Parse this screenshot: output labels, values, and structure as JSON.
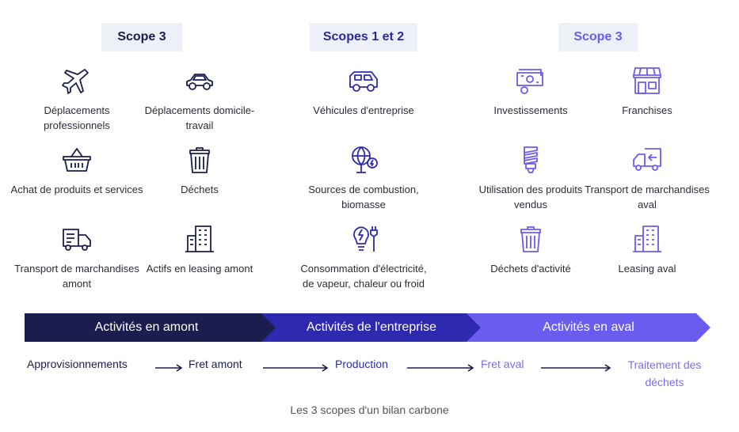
{
  "scopes": [
    {
      "label": "Scope 3",
      "color": "#1b1d4f"
    },
    {
      "label": "Scopes 1 et 2",
      "color": "#2a2aa0"
    },
    {
      "label": "Scope 3",
      "color": "#6b5cf0"
    }
  ],
  "upstream_items": [
    {
      "icon": "airplane-icon",
      "label": "Déplacements professionnels"
    },
    {
      "icon": "car-icon",
      "label": "Déplacements domicile-travail"
    },
    {
      "icon": "basket-icon",
      "label": "Achat de produits et services"
    },
    {
      "icon": "trash-bin-icon",
      "label": "Déchets"
    },
    {
      "icon": "delivery-truck-icon",
      "label": "Transport de marchandises amont"
    },
    {
      "icon": "office-building-icon",
      "label": "Actifs en leasing amont"
    }
  ],
  "company_items": [
    {
      "icon": "van-icon",
      "label": "Véhicules d'entreprise"
    },
    {
      "icon": "globe-energy-icon",
      "label": "Sources de combustion, biomasse"
    },
    {
      "icon": "light-bulb-plug-icon",
      "label": "Consommation d'électricité, de vapeur, chaleur ou froid"
    }
  ],
  "downstream_items": [
    {
      "icon": "money-icon",
      "label": "Investissements"
    },
    {
      "icon": "storefront-icon",
      "label": "Franchises"
    },
    {
      "icon": "cfl-bulb-icon",
      "label": "Utilisation des produits vendus"
    },
    {
      "icon": "return-truck-icon",
      "label": "Transport de marchandises aval"
    },
    {
      "icon": "trash-bin-icon",
      "label": "Déchets d'activité"
    },
    {
      "icon": "office-building-icon",
      "label": "Leasing aval"
    }
  ],
  "bands": [
    {
      "label": "Activités en amont",
      "color": "#1b1d4f"
    },
    {
      "label": "Activités de l'entreprise",
      "color": "#2e2ab0"
    },
    {
      "label": "Activités en aval",
      "color": "#6b5cf0"
    }
  ],
  "flow": [
    {
      "label": "Approvisionnements",
      "color": "#1b1d4f"
    },
    {
      "label": "Fret amont",
      "color": "#1b1d4f"
    },
    {
      "label": "Production",
      "color": "#2e2ab0"
    },
    {
      "label": "Fret aval",
      "color": "#7b6cf4"
    },
    {
      "label": "Traitement des déchets",
      "color": "#7b6cf4"
    }
  ],
  "caption": "Les 3 scopes d'un bilan carbone"
}
